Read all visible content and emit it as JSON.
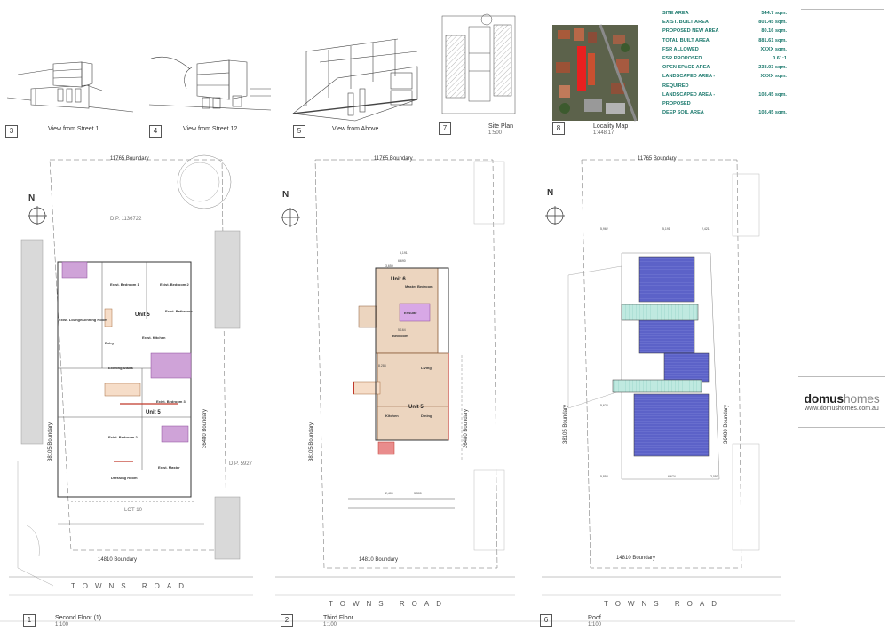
{
  "views": {
    "v3": {
      "num": "3",
      "title": "View from Street 1",
      "scale": ""
    },
    "v4": {
      "num": "4",
      "title": "View from Street 12",
      "scale": ""
    },
    "v5": {
      "num": "5",
      "title": "View from Above",
      "scale": ""
    },
    "v7": {
      "num": "7",
      "title": "Site Plan",
      "scale": "1:500"
    },
    "v8": {
      "num": "8",
      "title": "Locality Map",
      "scale": "1:448.17"
    },
    "v1": {
      "num": "1",
      "title": "Second Floor (1)",
      "scale": "1:100"
    },
    "v2": {
      "num": "2",
      "title": "Third Floor",
      "scale": "1:100"
    },
    "v6": {
      "num": "6",
      "title": "Roof",
      "scale": "1:100"
    }
  },
  "schedule": [
    {
      "label": "SITE AREA",
      "value": "544.7 sqm."
    },
    {
      "label": "EXIST. BUILT AREA",
      "value": "801.45 sqm."
    },
    {
      "label": "PROPOSED NEW AREA",
      "value": "80.16 sqm."
    },
    {
      "label": "TOTAL BUILT AREA",
      "value": "881.61 sqm."
    },
    {
      "label": "FSR ALLOWED",
      "value": "XXXX sqm."
    },
    {
      "label": "FSR PROPOSED",
      "value": "0.61:1"
    },
    {
      "label": "OPEN SPACE AREA",
      "value": "238.03 sqm."
    },
    {
      "label": "LANDSCAPED AREA - REQUIRED",
      "value": "XXXX sqm."
    },
    {
      "label": "LANDSCAPED AREA - PROPOSED",
      "value": "108.45 sqm."
    },
    {
      "label": "DEEP SOIL AREA",
      "value": "108.45 sqm."
    }
  ],
  "logo": {
    "brand_a": "domus",
    "brand_b": "homes",
    "url": "www.domushomes.com.au"
  },
  "road": "TOWNS ROAD",
  "north": "N",
  "plans": {
    "boundary_top": "11765 Boundary",
    "boundary_bottom": "14810 Boundary",
    "boundary_left": "38105 Boundary",
    "boundary_right": "36480 Boundary",
    "dp_a": "D.P. 1136722",
    "dp_b": "D.P. 5927",
    "lot": "LOT 10",
    "unit5": "Unit 5",
    "unit6": "Unit 6",
    "rooms_p1": [
      "Exist. Bedroom 1",
      "Exist. Bedroom 2",
      "Exist. Bathroom",
      "Exist. Lounge/Dinning Room",
      "Exist. Kitchen",
      "Exist. Bedroom 3",
      "Exist. Bedroom 2",
      "Exist. Master",
      "Dressing Room",
      "Entry",
      "Existing Stairs"
    ],
    "rooms_p2": [
      "Master Bedroom",
      "Bedroom",
      "Living",
      "Kitchen",
      "Dining",
      "Ensuite"
    ],
    "dims_p2": [
      "5,191",
      "3,659",
      "6,690",
      "8,284",
      "5,164",
      "2,400",
      "3,300"
    ],
    "dims_p6": [
      "5,962",
      "5,191",
      "2,421",
      "5,624",
      "5,858",
      "6,674",
      "2,050"
    ]
  }
}
